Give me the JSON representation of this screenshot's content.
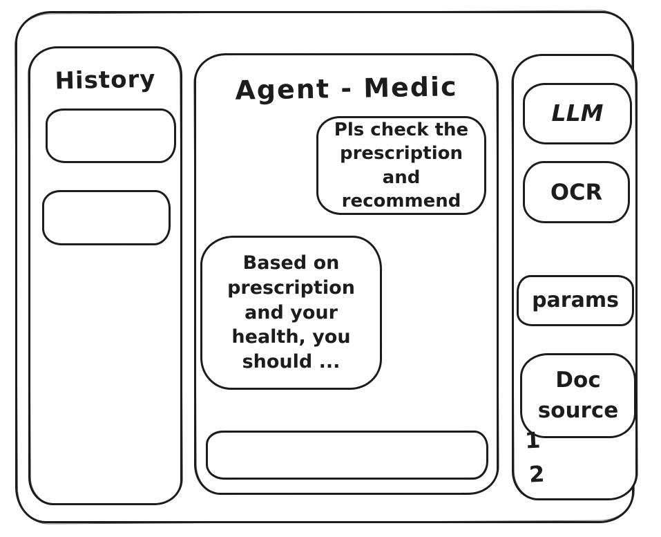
{
  "colors": {
    "ink": "#1c1c1c",
    "background": "#ffffff"
  },
  "history_panel": {
    "title": "History"
  },
  "chat_panel": {
    "title": "Agent - Medic",
    "messages": [
      {
        "role": "user",
        "text": "Pls check the prescription and recommend"
      },
      {
        "role": "assistant",
        "text": "Based on prescription and your health, you should ..."
      }
    ],
    "input_value": ""
  },
  "tools_panel": {
    "llm_label": "LLM",
    "ocr_label": "OCR",
    "params_label": "params",
    "doc_source_label": "Doc source",
    "doc_source_items": [
      "1",
      "2"
    ]
  }
}
